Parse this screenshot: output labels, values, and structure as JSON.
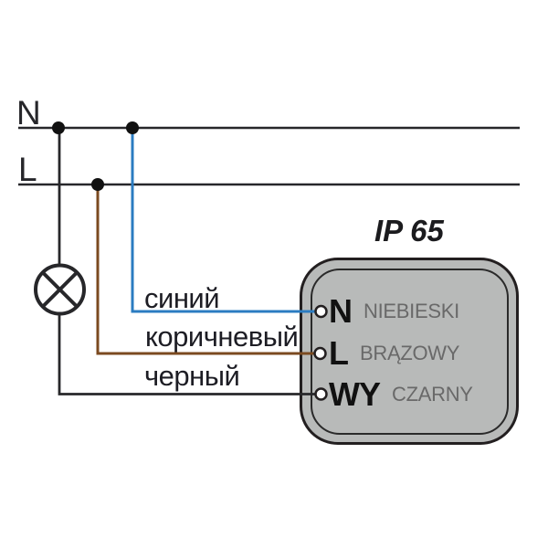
{
  "buses": {
    "neutral_label": "N",
    "line_label": "L"
  },
  "wires": {
    "blue": {
      "label": "синий",
      "color": "#2b7cc1"
    },
    "brown": {
      "label": "коричневый",
      "color": "#7b4a20"
    },
    "black": {
      "label": "черный",
      "color": "#27272a"
    }
  },
  "device": {
    "rating": "IP 65",
    "fill_color": "#b8bab9",
    "border_color": "#231f20",
    "terminals": [
      {
        "label": "N",
        "wire_name": "NIEBIESKI"
      },
      {
        "label": "L",
        "wire_name": "BRĄZOWY"
      },
      {
        "label": "WY",
        "wire_name": "CZARNY"
      }
    ]
  },
  "colors": {
    "line_black": "#27272a",
    "dot_black": "#111111",
    "terminal_text": "#111111",
    "terminal_wire_text_gray": "#696969",
    "label_text": "#1d1d24",
    "background": "#ffffff"
  }
}
